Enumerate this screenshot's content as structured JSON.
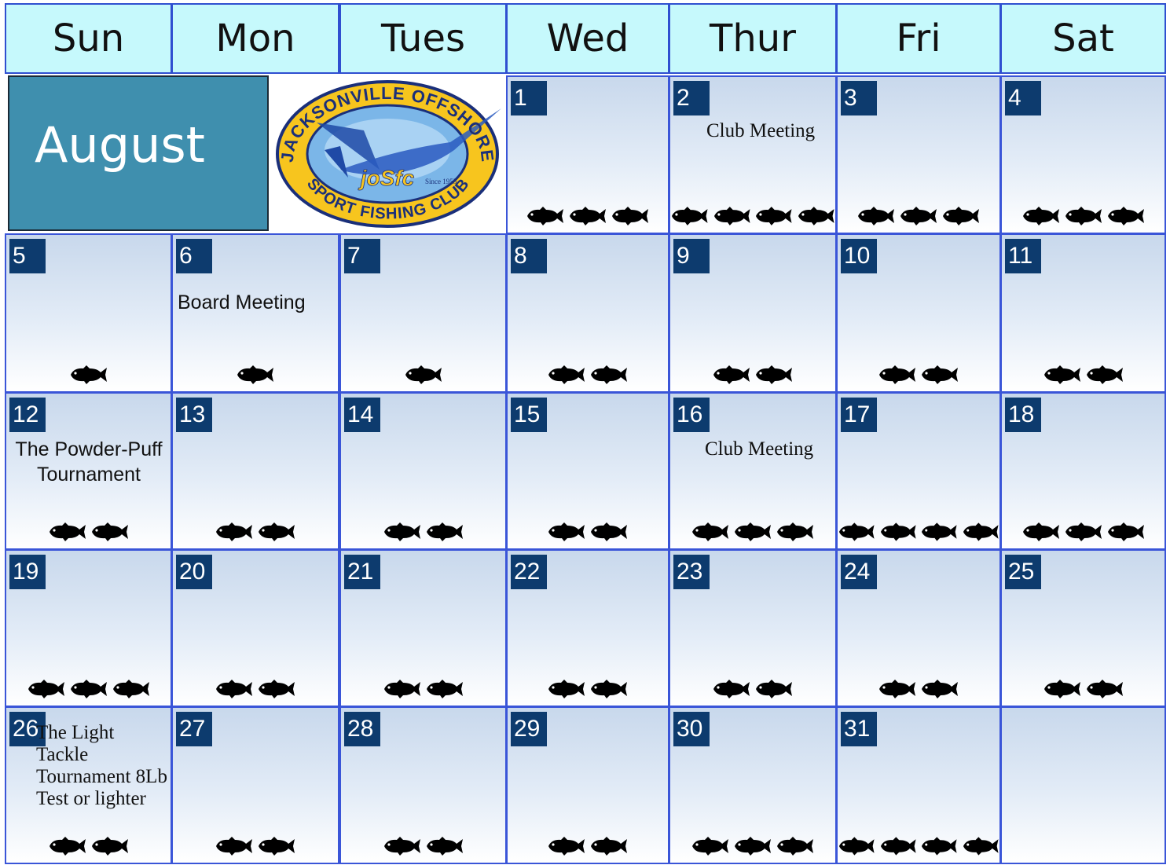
{
  "calendar": {
    "month": "August",
    "weekdays": [
      "Sun",
      "Mon",
      "Tues",
      "Wed",
      "Thur",
      "Fri",
      "Sat"
    ],
    "logo": {
      "top_text": "JACKSONVILLE OFFSHORE",
      "bottom_text": "SPORT FISHING CLUB",
      "center_text": "joSfc",
      "since_text": "Since 1955"
    },
    "colors": {
      "header_bg": "#c6f9fc",
      "day_badge": "#0d3b6e",
      "month_bg": "#3f8fae",
      "grid_border": "#3a55d8"
    },
    "days": [
      {
        "n": "1",
        "fish": 3,
        "event": ""
      },
      {
        "n": "2",
        "fish": 4,
        "event": "Club Meeting"
      },
      {
        "n": "3",
        "fish": 3,
        "event": ""
      },
      {
        "n": "4",
        "fish": 3,
        "event": ""
      },
      {
        "n": "5",
        "fish": 1,
        "event": ""
      },
      {
        "n": "6",
        "fish": 1,
        "event": "Board Meeting"
      },
      {
        "n": "7",
        "fish": 1,
        "event": ""
      },
      {
        "n": "8",
        "fish": 2,
        "event": ""
      },
      {
        "n": "9",
        "fish": 2,
        "event": ""
      },
      {
        "n": "10",
        "fish": 2,
        "event": ""
      },
      {
        "n": "11",
        "fish": 2,
        "event": ""
      },
      {
        "n": "12",
        "fish": 2,
        "event": "The Powder-Puff Tournament"
      },
      {
        "n": "13",
        "fish": 2,
        "event": ""
      },
      {
        "n": "14",
        "fish": 2,
        "event": ""
      },
      {
        "n": "15",
        "fish": 2,
        "event": ""
      },
      {
        "n": "16",
        "fish": 3,
        "event": "Club Meeting"
      },
      {
        "n": "17",
        "fish": 4,
        "event": ""
      },
      {
        "n": "18",
        "fish": 3,
        "event": ""
      },
      {
        "n": "19",
        "fish": 3,
        "event": ""
      },
      {
        "n": "20",
        "fish": 2,
        "event": ""
      },
      {
        "n": "21",
        "fish": 2,
        "event": ""
      },
      {
        "n": "22",
        "fish": 2,
        "event": ""
      },
      {
        "n": "23",
        "fish": 2,
        "event": ""
      },
      {
        "n": "24",
        "fish": 2,
        "event": ""
      },
      {
        "n": "25",
        "fish": 2,
        "event": ""
      },
      {
        "n": "26",
        "fish": 2,
        "event": "The Light Tackle Tournament 8Lb Test or lighter"
      },
      {
        "n": "27",
        "fish": 2,
        "event": ""
      },
      {
        "n": "28",
        "fish": 2,
        "event": ""
      },
      {
        "n": "29",
        "fish": 2,
        "event": ""
      },
      {
        "n": "30",
        "fish": 3,
        "event": ""
      },
      {
        "n": "31",
        "fish": 4,
        "event": ""
      }
    ]
  }
}
